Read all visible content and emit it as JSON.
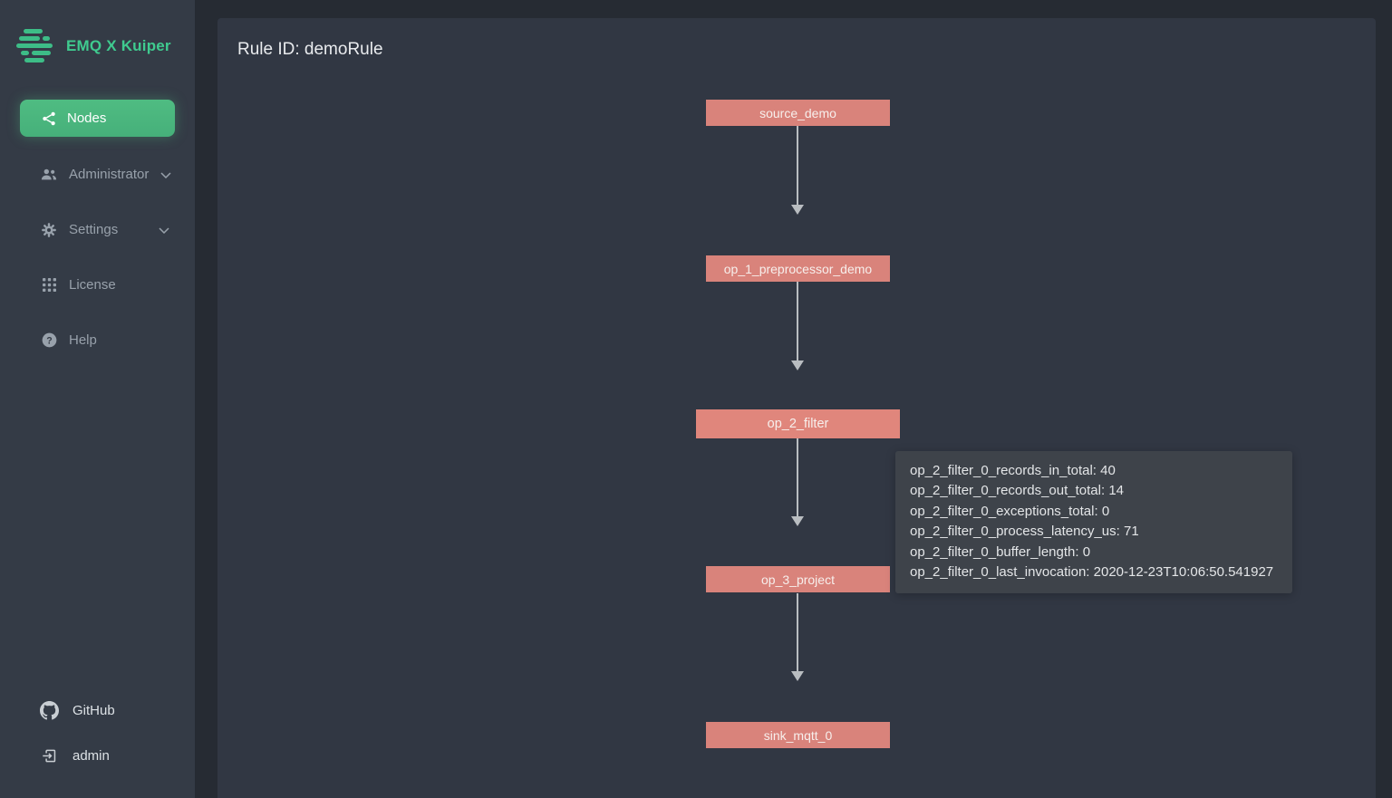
{
  "sidebar": {
    "logo_text": "EMQ X Kuiper",
    "nodes_button": "Nodes",
    "items": [
      {
        "label": "Administrator",
        "icon": "users-icon",
        "expandable": true
      },
      {
        "label": "Settings",
        "icon": "gear-icon",
        "expandable": true
      },
      {
        "label": "License",
        "icon": "grid-icon",
        "expandable": false
      },
      {
        "label": "Help",
        "icon": "question-circle-icon",
        "expandable": false
      }
    ],
    "footer": [
      {
        "label": "GitHub",
        "icon": "github-icon"
      },
      {
        "label": "admin",
        "icon": "login-icon"
      }
    ]
  },
  "main": {
    "title": "Rule ID: demoRule"
  },
  "flow": {
    "nodes": [
      {
        "id": "source_demo",
        "label": "source_demo",
        "state": "normal"
      },
      {
        "id": "op_1_preprocessor_demo",
        "label": "op_1_preprocessor_demo",
        "state": "normal"
      },
      {
        "id": "op_2_filter",
        "label": "op_2_filter",
        "state": "hovered"
      },
      {
        "id": "op_3_project",
        "label": "op_3_project",
        "state": "normal"
      },
      {
        "id": "sink_mqtt_0",
        "label": "sink_mqtt_0",
        "state": "normal"
      }
    ],
    "edges": [
      {
        "from": "source_demo",
        "to": "op_1_preprocessor_demo"
      },
      {
        "from": "op_1_preprocessor_demo",
        "to": "op_2_filter"
      },
      {
        "from": "op_2_filter",
        "to": "op_3_project"
      },
      {
        "from": "op_3_project",
        "to": "sink_mqtt_0"
      }
    ]
  },
  "tooltip": {
    "for_node": "op_2_filter",
    "lines": [
      "op_2_filter_0_records_in_total: 40",
      "op_2_filter_0_records_out_total: 14",
      "op_2_filter_0_exceptions_total: 0",
      "op_2_filter_0_process_latency_us: 71",
      "op_2_filter_0_buffer_length: 0",
      "op_2_filter_0_last_invocation: 2020-12-23T10:06:50.541927"
    ],
    "metrics": {
      "records_in_total": 40,
      "records_out_total": 14,
      "exceptions_total": 0,
      "process_latency_us": 71,
      "buffer_length": 0,
      "last_invocation": "2020-12-23T10:06:50.541927"
    }
  },
  "colors": {
    "accent_green": "#3fcb8f",
    "button_green": "#4cb97f",
    "node_fill": "#d9837b",
    "node_fill_hover": "#e0867c",
    "edge_arrow": "#b9bdc1",
    "tooltip_bg": "#3f444a",
    "sidebar_bg": "#343b46",
    "panel_bg": "#313743",
    "outer_bg": "#262b33"
  }
}
